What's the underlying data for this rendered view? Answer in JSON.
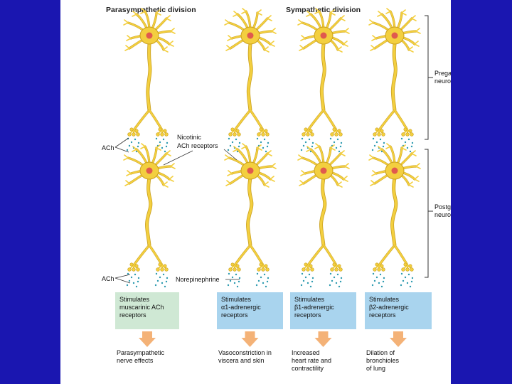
{
  "headers": {
    "parasympathetic": "Parasympathetic division",
    "sympathetic": "Sympathetic division"
  },
  "brackets": {
    "preganglionic": [
      "Preganglionic",
      "neurons"
    ],
    "postganglionic": [
      "Postganglionic",
      "neurons"
    ]
  },
  "labels": {
    "ach_upper": "ACh",
    "ach_lower": "ACh",
    "nicotinic": [
      "Nicotinic",
      "ACh receptors"
    ],
    "norepinephrine": "Norepinephrine"
  },
  "pathways": [
    {
      "box_lines": [
        "Stimulates",
        "muscarinic ACh",
        "receptors"
      ],
      "box_color": "#cfe8d4",
      "effect_lines": [
        "Parasympathetic",
        "nerve effects"
      ]
    },
    {
      "box_lines": [
        "Stimulates",
        "α1-adrenergic",
        "receptors"
      ],
      "box_color": "#a9d4ee",
      "effect_lines": [
        "Vasoconstriction in",
        "viscera and skin"
      ]
    },
    {
      "box_lines": [
        "Stimulates",
        "β1-adrenergic",
        "receptors"
      ],
      "box_color": "#a9d4ee",
      "effect_lines": [
        "Increased",
        "heart rate and",
        "contractility"
      ]
    },
    {
      "box_lines": [
        "Stimulates",
        "β2-adrenergic",
        "receptors"
      ],
      "box_color": "#a9d4ee",
      "effect_lines": [
        "Dilation of",
        "bronchioles",
        "of lung"
      ]
    }
  ],
  "colors": {
    "background": "#1a16b0",
    "neuron": "#f3cf3f",
    "neuron_outline": "#c9a020",
    "nucleus": "#e05a4e",
    "transmitter_dots": "#2f9bb0",
    "arrow": "#f4b277"
  }
}
